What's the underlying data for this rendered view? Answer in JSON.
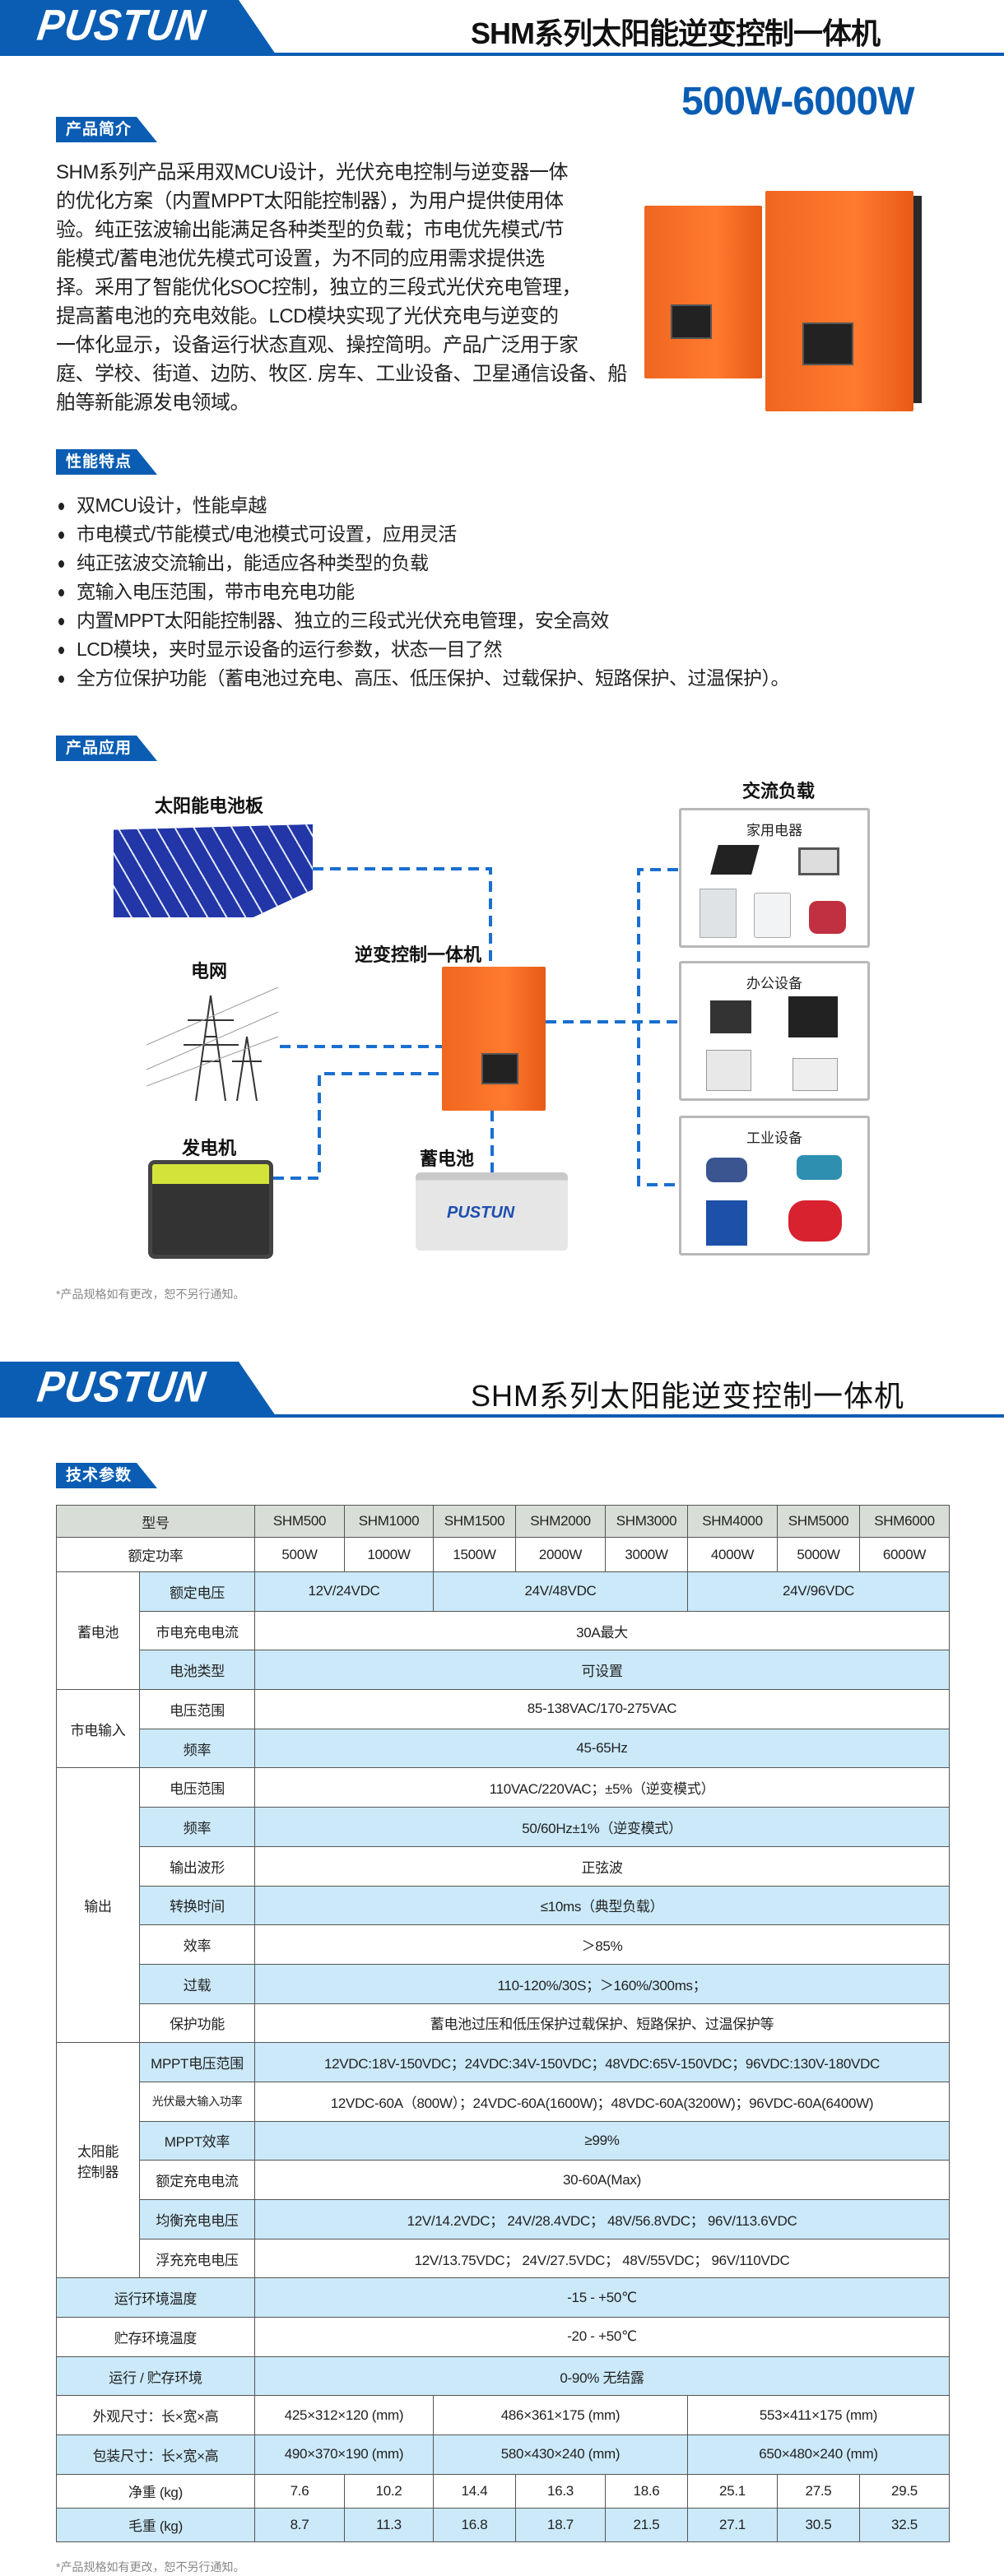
{
  "brand": "PUSTUN",
  "page1": {
    "title": "SHM系列太阳能逆变控制一体机",
    "power_range": "500W-6000W",
    "intro": {
      "tag": "产品简介",
      "lines": [
        "SHM系列产品采用双MCU设计，光伏充电控制与逆变器一体",
        "的优化方案（内置MPPT太阳能控制器），为用户提供使用体",
        "验。纯正弦波输出能满足各种类型的负载；市电优先模式/节",
        "能模式/蓄电池优先模式可设置，为不同的应用需求提供选",
        "择。采用了智能优化SOC控制，独立的三段式光伏充电管理，",
        "提高蓄电池的充电效能。LCD模块实现了光伏充电与逆变的",
        "一体化显示，设备运行状态直观、操控简明。产品广泛用于家",
        "庭、学校、街道、边防、牧区. 房车、工业设备、卫星通信设备、船",
        "舶等新能源发电领域。"
      ]
    },
    "features": {
      "tag": "性能特点",
      "items": [
        "双MCU设计，性能卓越",
        "市电模式/节能模式/电池模式可设置，应用灵活",
        "纯正弦波交流输出，能适应各种类型的负载",
        "宽输入电压范围，带市电充电功能",
        "内置MPPT太阳能控制器、独立的三段式光伏充电管理，安全高效",
        "LCD模块，夹时显示设备的运行参数，状态一目了然",
        "全方位保护功能（蓄电池过充电、高压、低压保护、过载保护、短路保护、过温保护）。"
      ]
    },
    "application": {
      "tag": "产品应用",
      "solar_panel": "太阳能电池板",
      "grid": "电网",
      "generator": "发电机",
      "inverter": "逆变控制一体机",
      "battery": "蓄电池",
      "ac_load": "交流负载",
      "load_groups": [
        "家用电器",
        "办公设备",
        "工业设备"
      ]
    },
    "footnote": "*产品规格如有更改，恕不另行通知。"
  },
  "page2": {
    "title": "SHM系列太阳能逆变控制一体机",
    "tag": "技术参数",
    "footnote": "*产品规格如有更改，恕不另行通知。"
  },
  "spec": {
    "header": {
      "label": "型号",
      "models": [
        "SHM500",
        "SHM1000",
        "SHM1500",
        "SHM2000",
        "SHM3000",
        "SHM4000",
        "SHM5000",
        "SHM6000"
      ]
    },
    "power": {
      "label": "额定功率",
      "values": [
        "500W",
        "1000W",
        "1500W",
        "2000W",
        "3000W",
        "4000W",
        "5000W",
        "6000W"
      ]
    },
    "battery": {
      "group": "蓄电池",
      "rows": [
        {
          "label": "额定电压",
          "values": [
            "12V/24VDC",
            "24V/48VDC",
            "24V/96VDC"
          ]
        },
        {
          "label": "市电充电电流",
          "value": "30A最大"
        },
        {
          "label": "电池类型",
          "value": "可设置"
        }
      ]
    },
    "mains": {
      "group": "市电输入",
      "rows": [
        {
          "label": "电压范围",
          "value": "85-138VAC/170-275VAC"
        },
        {
          "label": "频率",
          "value": "45-65Hz"
        }
      ]
    },
    "output": {
      "group": "输出",
      "rows": [
        {
          "label": "电压范围",
          "value": "110VAC/220VAC；±5%（逆变模式）"
        },
        {
          "label": "频率",
          "value": "50/60Hz±1%（逆变模式）"
        },
        {
          "label": "输出波形",
          "value": "正弦波"
        },
        {
          "label": "转换时间",
          "value": "≤10ms（典型负载）"
        },
        {
          "label": "效率",
          "value": "＞85%"
        },
        {
          "label": "过载",
          "value": "110-120%/30S；＞160%/300ms；"
        },
        {
          "label": "保护功能",
          "value": "蓄电池过压和低压保护过载保护、短路保护、过温保护等"
        }
      ]
    },
    "solar": {
      "group": "太阳能控制器",
      "rows": [
        {
          "label": "MPPT电压范围",
          "value": "12VDC:18V-150VDC；24VDC:34V-150VDC；48VDC:65V-150VDC；96VDC:130V-180VDC"
        },
        {
          "label": "光伏最大输入功率",
          "value": "12VDC-60A（800W）；24VDC-60A(1600W)；48VDC-60A(3200W)；96VDC-60A(6400W)"
        },
        {
          "label": "MPPT效率",
          "value": "≥99%"
        },
        {
          "label": "额定充电电流",
          "value": "30-60A(Max)"
        },
        {
          "label": "均衡充电电压",
          "value": "12V/14.2VDC；  24V/28.4VDC；  48V/56.8VDC；  96V/113.6VDC"
        },
        {
          "label": "浮充充电电压",
          "value": "12V/13.75VDC；  24V/27.5VDC；  48V/55VDC；  96V/110VDC"
        }
      ]
    },
    "env": [
      {
        "label": "运行环境温度",
        "value": "-15 - +50℃"
      },
      {
        "label": "贮存环境温度",
        "value": "-20 - +50℃"
      },
      {
        "label": "运行 / 贮存环境",
        "value": "0-90%  无结露"
      }
    ],
    "dims": [
      {
        "label": "外观尺寸：长×宽×高",
        "values": [
          "425×312×120 (mm)",
          "486×361×175 (mm)",
          "553×411×175 (mm)"
        ]
      },
      {
        "label": "包装尺寸：长×宽×高",
        "values": [
          "490×370×190 (mm)",
          "580×430×240 (mm)",
          "650×480×240 (mm)"
        ]
      }
    ],
    "net_weight": {
      "label": "净重 (kg)",
      "values": [
        "7.6",
        "10.2",
        "14.4",
        "16.3",
        "18.6",
        "25.1",
        "27.5",
        "29.5"
      ]
    },
    "gross_weight": {
      "label": "毛重 (kg)",
      "values": [
        "8.7",
        "11.3",
        "16.8",
        "18.7",
        "21.5",
        "27.1",
        "30.5",
        "32.5"
      ]
    }
  },
  "colors": {
    "brand_blue": "#0a5db3",
    "row_blue": "#cbe9f9",
    "header_gray": "#d9ddd7",
    "inverter_orange": "#f36a22"
  }
}
